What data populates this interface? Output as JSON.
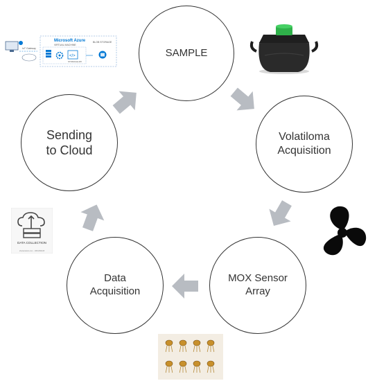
{
  "nodes": {
    "sample": "SAMPLE",
    "volatiloma": "Volatiloma\nAcquisition",
    "mox": "MOX Sensor\nArray",
    "data_acq": "Data\nAcquisition",
    "cloud": "Sending\nto Cloud"
  },
  "cloud_thumb": {
    "title": "Microsoft Azure",
    "subtitle": "VIRTUAL MACHINE",
    "blob": "BLOB STORAGE",
    "api": "STORAGE API",
    "gateway": "IoT Gateway"
  },
  "data_collection": {
    "label": "DATA COLLECTION",
    "footer": "shutterstock.com · 1954150445"
  },
  "colors": {
    "arrow": "#b8bcc2",
    "circle_border": "#333333",
    "azure_blue": "#0078d4",
    "fan": "#0a0a0a",
    "jar": "#2a2a2a",
    "jar_lid": "#2fb14a",
    "sensor_gold": "#c8902c"
  }
}
